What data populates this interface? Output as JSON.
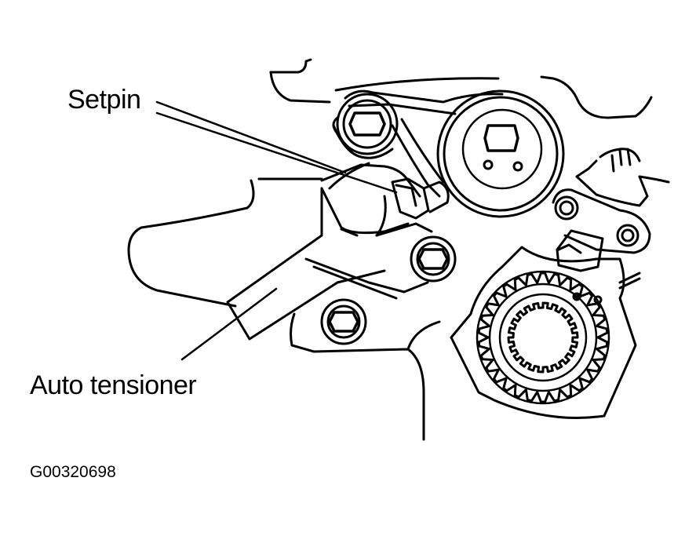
{
  "labels": {
    "setpin": "Setpin",
    "auto_tensioner": "Auto tensioner",
    "figure_code": "G00320698"
  },
  "colors": {
    "ink": "#000000",
    "paper": "#ffffff"
  }
}
